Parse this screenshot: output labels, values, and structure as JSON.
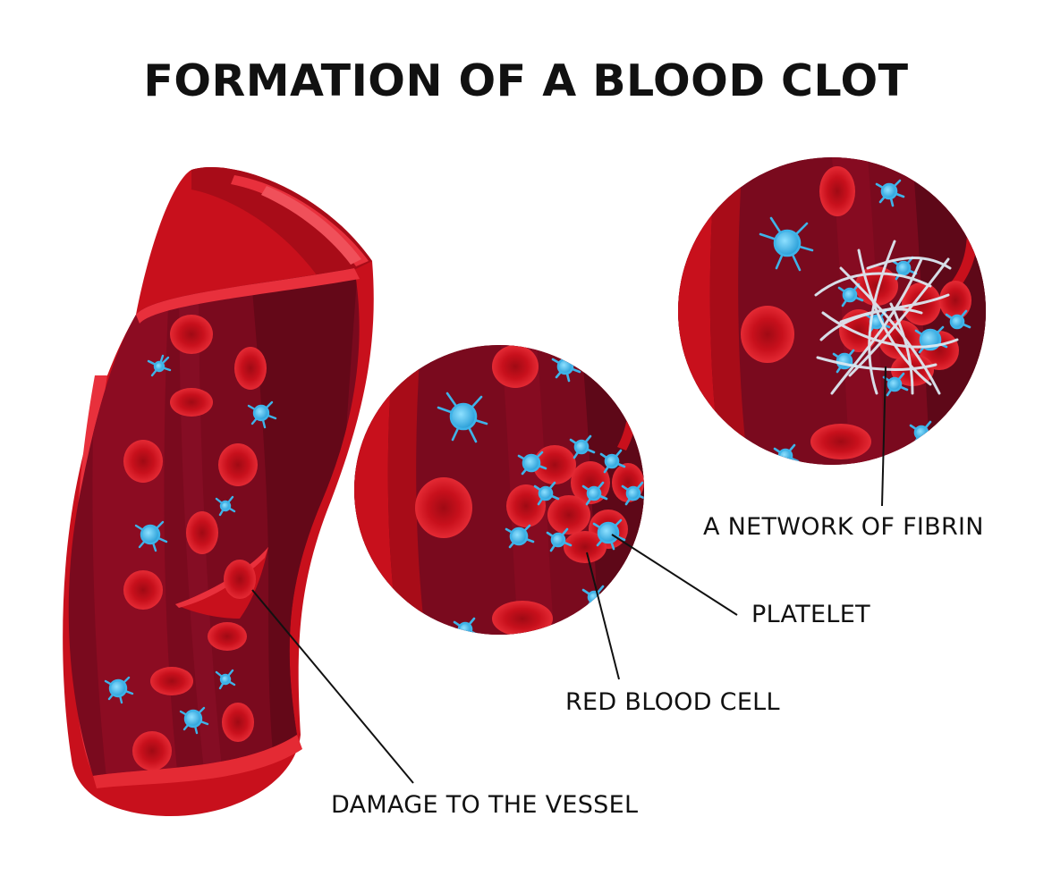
{
  "title": "FORMATION OF A BLOOD CLOT",
  "labels": {
    "damage": "DAMAGE TO THE VESSEL",
    "red_blood_cell": "RED BLOOD CELL",
    "platelet": "PLATELET",
    "fibrin": "A NETWORK OF FIBRIN"
  },
  "colors": {
    "vessel_outer": "#c8101c",
    "vessel_highlight": "#e8303c",
    "vessel_inner": "#7a0a1e",
    "vessel_deep": "#5a0618",
    "rbc": "#d4141e",
    "rbc_center": "#b00c16",
    "platelet": "#3fb3e8",
    "fibrin": "#dce9f2",
    "text": "#111111"
  }
}
